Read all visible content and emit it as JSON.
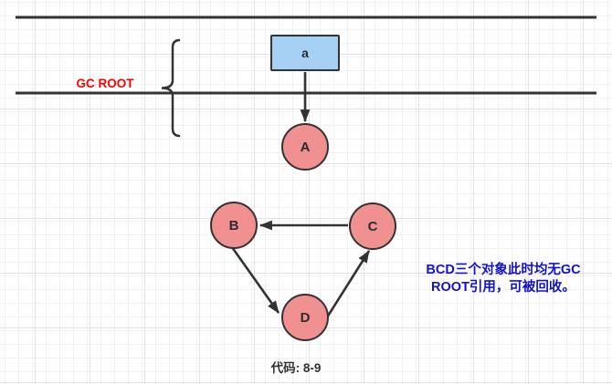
{
  "diagram": {
    "gc_root": {
      "label": "GC ROOT",
      "text_color": "#ff0000"
    },
    "nodes": {
      "box_a": {
        "label": "a",
        "type": "rectangle",
        "fill": "#a6d1f5",
        "stroke": "#333333"
      },
      "circle_a": {
        "label": "A",
        "type": "circle"
      },
      "circle_b": {
        "label": "B",
        "type": "circle"
      },
      "circle_c": {
        "label": "C",
        "type": "circle"
      },
      "circle_d": {
        "label": "D",
        "type": "circle"
      }
    },
    "node_style": {
      "circle_fill": "#f19090",
      "circle_stroke": "#333333",
      "line_color": "#333333"
    },
    "edges": [
      {
        "from": "a",
        "to": "A"
      },
      {
        "from": "C",
        "to": "B"
      },
      {
        "from": "B",
        "to": "D"
      },
      {
        "from": "D",
        "to": "C"
      }
    ],
    "annotation": {
      "line1": "BCD三个对象此时均无GC",
      "line2": "ROOT引用，可被回收。",
      "text_color": "#1212cc"
    },
    "caption": {
      "label": "代码: 8-9",
      "text_color": "#333333"
    }
  }
}
